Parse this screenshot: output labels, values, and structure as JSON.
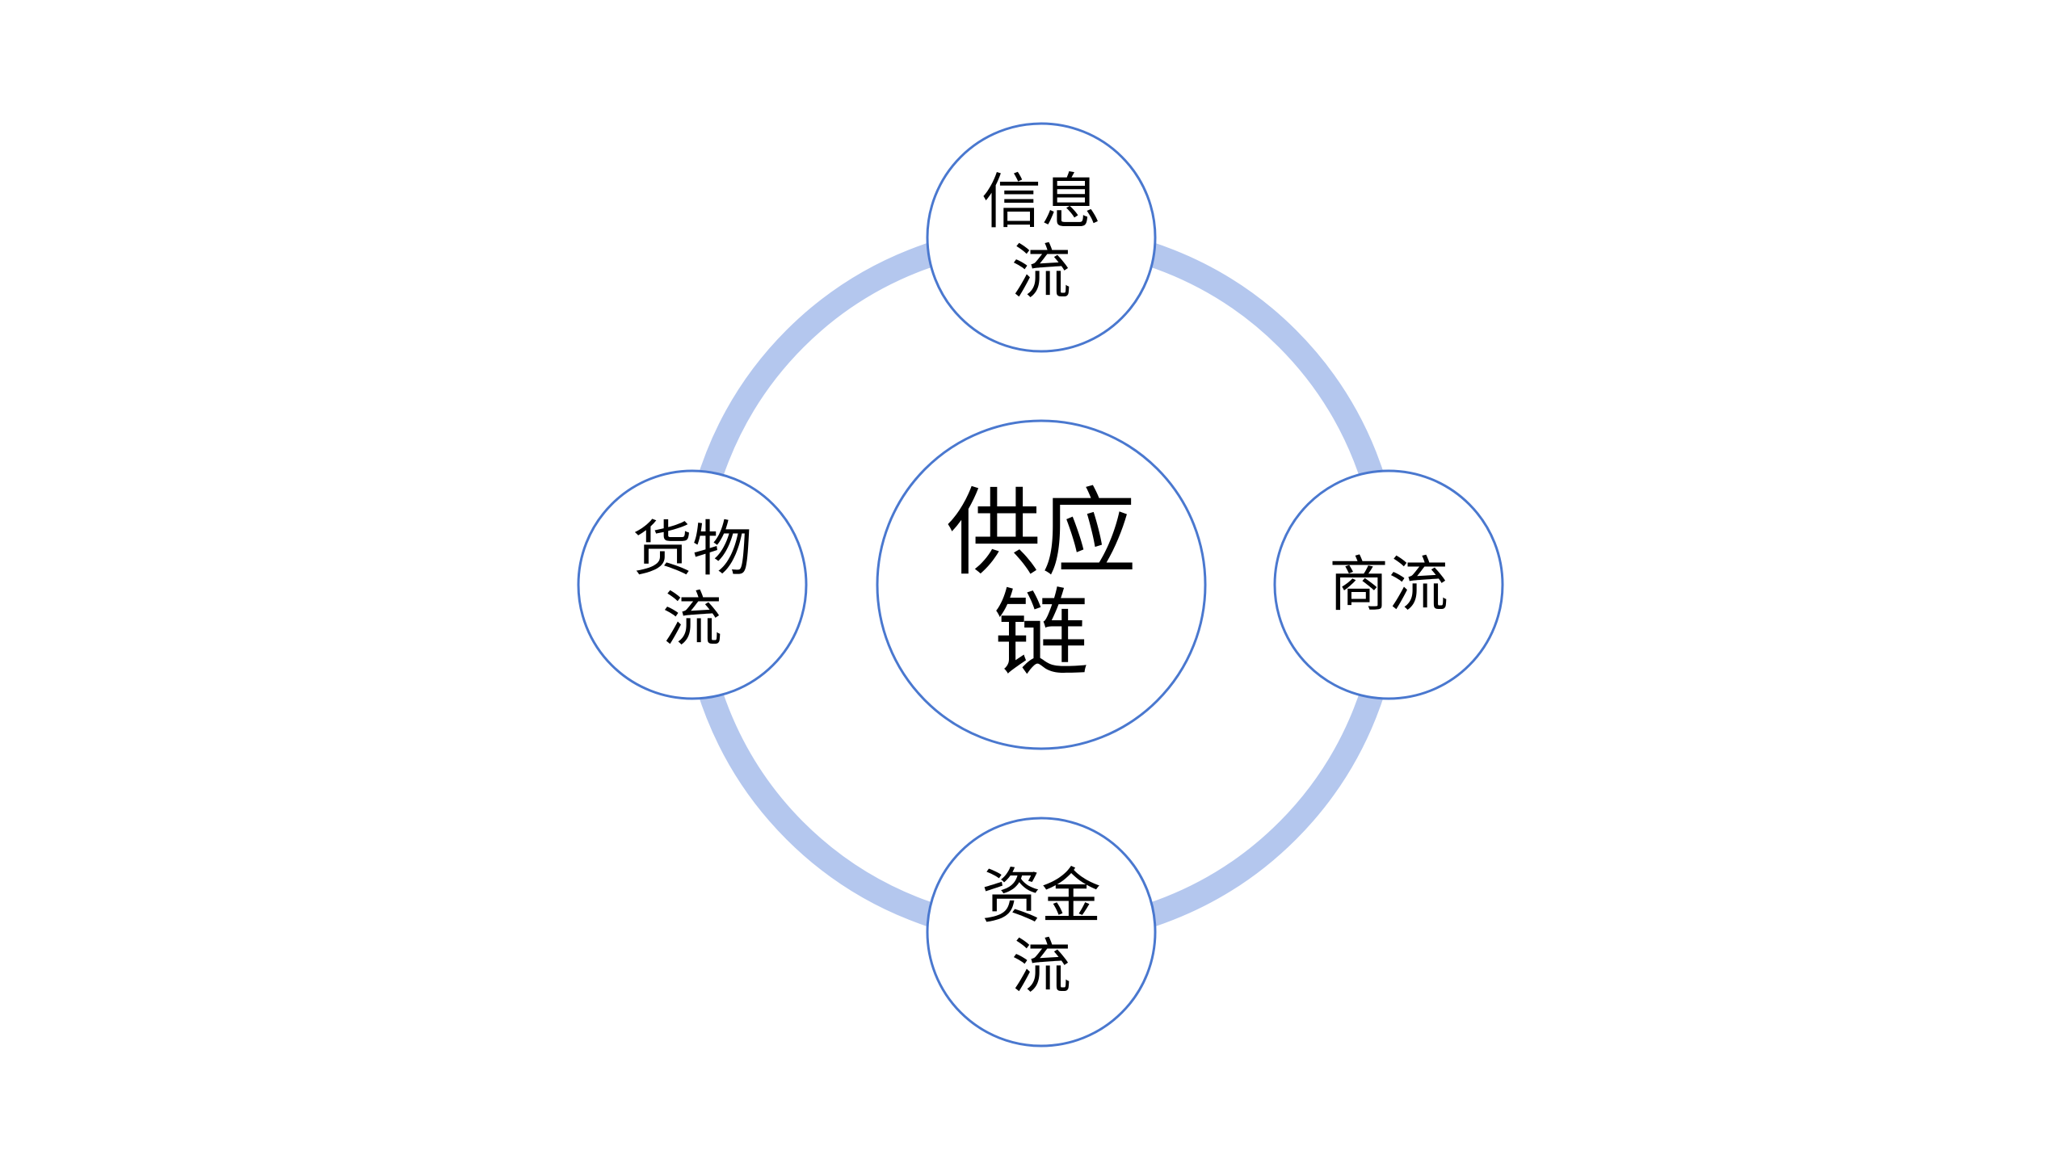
{
  "diagram": {
    "center": {
      "line1": "供应",
      "line2": "链"
    },
    "nodes": {
      "top": {
        "line1": "信息",
        "line2": "流"
      },
      "right": {
        "line1": "商流"
      },
      "bottom": {
        "line1": "资金",
        "line2": "流"
      },
      "left": {
        "line1": "货物",
        "line2": "流"
      }
    }
  },
  "colors": {
    "ring": "#b4c7ee",
    "circle_stroke": "#4a78cf",
    "circle_fill": "#ffffff",
    "text": "#000000"
  }
}
